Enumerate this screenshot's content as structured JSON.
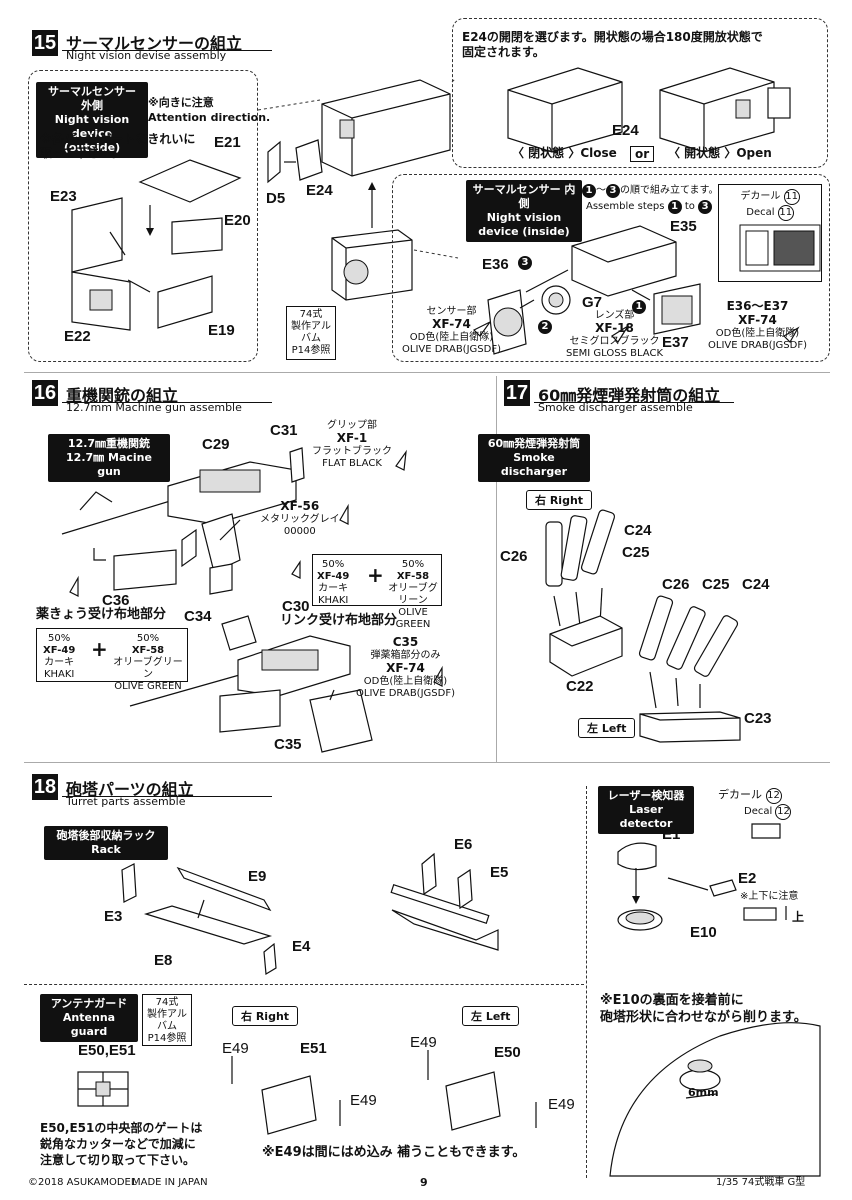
{
  "s15": {
    "num": "15",
    "title": "サーマルセンサーの組立",
    "sub": "Night vision devise assembly",
    "outside_badge": "サーマルセンサー 外側\nNight vision\ndevice (outside)",
    "attention_jp": "※向きに注意",
    "attention_en": "Attention direction.",
    "gate_note": "※各パーツゲートをきれいに\n取って下さい。",
    "parts": {
      "e21": "E21",
      "e23": "E23",
      "e20": "E20",
      "e22": "E22",
      "e19": "E19",
      "d5": "D5",
      "e24": "E24"
    },
    "ref_box": "74式\n製作アルバム\nP14参照",
    "open_note": "E24の開閉を選びます。開状態の場合180度開放状態で\n固定されます。",
    "e24_label": "E24",
    "close_label": "〈 閉状態 〉Close",
    "or_label": "or",
    "open_label": "〈 開状態 〉Open",
    "inside_badge": "サーマルセンサー 内側\nNight vision\ndevice (inside)",
    "order_jp": "の順で組み立てます。",
    "order_en": "Assemble steps",
    "step1": "1",
    "step2": "2",
    "step3": "3",
    "to_jp": "〜",
    "to_en": "to",
    "decal_jp": "デカール",
    "decal_en": "Decal",
    "decal_no": "11",
    "inside_parts": {
      "e35": "E35",
      "e36": "E36",
      "g7": "G7",
      "e37": "E37"
    },
    "paint_sensor": {
      "jp": "センサー部",
      "code": "XF-74",
      "name_jp": "OD色(陸上自衛隊)",
      "name_en": "OLIVE DRAB(JGSDF)"
    },
    "paint_lens": {
      "jp": "レンズ部",
      "code": "XF-18",
      "name_jp": "セミグロスブラック",
      "name_en": "SEMI GLOSS BLACK"
    },
    "paint_e36": {
      "jp": "E36〜E37",
      "code": "XF-74",
      "name_jp": "OD色(陸上自衛隊)",
      "name_en": "OLIVE DRAB(JGSDF)"
    }
  },
  "s16": {
    "num": "16",
    "title": "重機関銃の組立",
    "sub": "12.7mm Machine gun assemble",
    "badge": "12.7㎜重機関銃\n12.7㎜ Macine gun",
    "parts": {
      "c29": "C29",
      "c31": "C31",
      "c36": "C36",
      "c34": "C34",
      "c30": "C30",
      "c35a": "C35",
      "c35b": "C35"
    },
    "grip": {
      "jp": "グリップ部",
      "code": "XF-1",
      "name_jp": "フラットブラック",
      "name_en": "FLAT BLACK"
    },
    "metal": {
      "code": "XF-56",
      "name_jp": "メタリックグレイ",
      "name_en": "00000"
    },
    "mix_top": {
      "p1": "50%",
      "c1": "XF-49",
      "n1jp": "カーキ",
      "n1en": "KHAKI",
      "plus": "+",
      "p2": "50%",
      "c2": "XF-58",
      "n2jp": "オリーブグリーン",
      "n2en": "OLIVE GREEN"
    },
    "belt_note": "リンク受け布地部分",
    "casing_note": "薬きょう受け布地部分",
    "mix_left": {
      "p1": "50%",
      "c1": "XF-49",
      "n1jp": "カーキ",
      "n1en": "KHAKI",
      "plus": "+",
      "p2": "50%",
      "c2": "XF-58",
      "n2jp": "オリーブグリーン",
      "n2en": "OLIVE GREEN"
    },
    "ammo": {
      "jp": "弾薬箱部分のみ",
      "code": "XF-74",
      "name_jp": "OD色(陸上自衛隊)",
      "name_en": "OLIVE DRAB(JGSDF)"
    }
  },
  "s17": {
    "num": "17",
    "title": "60㎜発煙弾発射筒の組立",
    "sub": "Smoke discharger assemble",
    "badge": "60㎜発煙弾発射筒\nSmoke discharger",
    "right": "右 Right",
    "left": "左 Left",
    "parts": {
      "c24a": "C24",
      "c25a": "C25",
      "c26a": "C26",
      "c22": "C22",
      "c26b": "C26",
      "c25b": "C25",
      "c24b": "C24",
      "c23": "C23"
    }
  },
  "s18": {
    "num": "18",
    "title": "砲塔パーツの組立",
    "sub": "Turret parts assemble",
    "rack_badge": "砲塔後部収納ラック\nRack",
    "rack_parts": {
      "e9": "E9",
      "e3": "E3",
      "e8": "E8",
      "e4": "E4",
      "e6": "E6",
      "e5": "E5"
    },
    "laser_badge": "レーザー検知器\nLaser detector",
    "decal_jp": "デカール",
    "decal_en": "Decal",
    "decal_no": "12",
    "laser_parts": {
      "e1": "E1",
      "e2": "E2",
      "e10": "E10"
    },
    "updown": "※上下に注意",
    "up": "上",
    "e10_note": "※E10の裏面を接着前に\n砲塔形状に合わせながら削ります。",
    "mm": "6mm",
    "antenna_badge": "アンテナガード\nAntenna guard",
    "antenna_parts": {
      "e5051": "E50,E51",
      "e49a": "E49",
      "e51": "E51",
      "e49b": "E49",
      "e49c": "E49",
      "e50": "E50",
      "e49d": "E49"
    },
    "right": "右 Right",
    "left": "左 Left",
    "ref_box": "74式\n製作アルバム\nP14参照",
    "gate_note": "E50,E51の中央部のゲートは\n鋭角なカッターなどで加減に\n注意して切り取って下さい。",
    "e49_note": "※E49は間にはめ込み 補うこともできます。"
  },
  "footer": {
    "copyright": "©2018 ASUKAMODEL",
    "made": "MADE IN JAPAN",
    "page": "9",
    "brand": "1/35 74式戦車 G型"
  }
}
